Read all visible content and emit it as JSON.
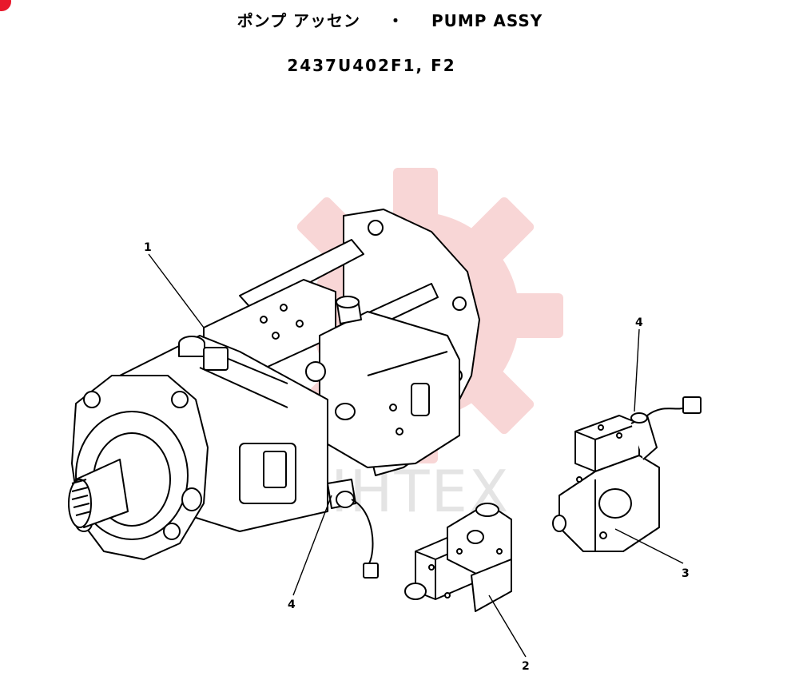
{
  "header": {
    "title_jp": "ポンプ アッセン",
    "separator": "・",
    "title_en": "PUMP ASSY",
    "part_code": "2437U402F1, F2"
  },
  "watermark": {
    "text": "LIHTEX",
    "gear_color": "#f2a3a3"
  },
  "brand": {
    "corner_color": "#e8192c"
  },
  "callouts": [
    {
      "id": "callout-1",
      "label": "1"
    },
    {
      "id": "callout-2",
      "label": "2"
    },
    {
      "id": "callout-3",
      "label": "3"
    },
    {
      "id": "callout-4a",
      "label": "4"
    },
    {
      "id": "callout-4b",
      "label": "4"
    }
  ]
}
